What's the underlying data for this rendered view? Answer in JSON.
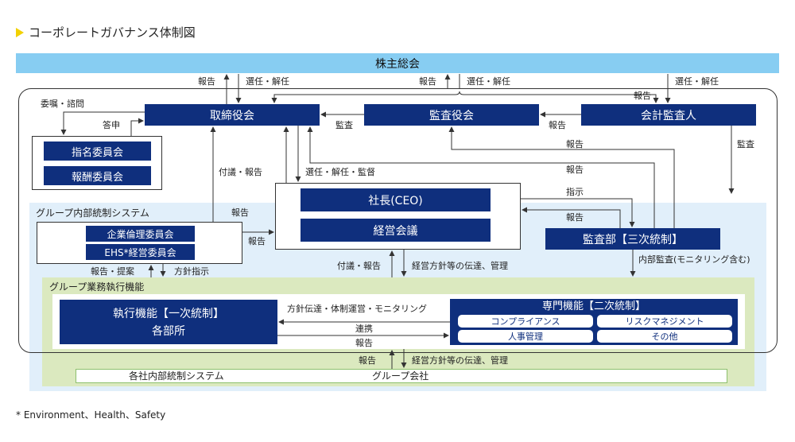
{
  "title": "コーポレートガバナンス体制図",
  "shareholders": "株主総会",
  "board": "取締役会",
  "audit_board": "監査役会",
  "accounting_auditor": "会計監査人",
  "committees": [
    "指名委員会",
    "報酬委員会"
  ],
  "president": "社長(CEO)",
  "mgmt_meeting": "経営会議",
  "audit_dept": "監査部【三次統制】",
  "group_ic_system": "グループ内部統制システム",
  "ethics_committees": [
    "企業倫理委員会",
    "EHS*経営委員会"
  ],
  "group_exec_function": "グループ業務執行機能",
  "exec_function": [
    "執行機能【一次統制】",
    "各部所"
  ],
  "specialist_function": "専門機能【二次統制】",
  "specialist_items": [
    "コンプライアンス",
    "リスクマネジメント",
    "人事管理",
    "その他"
  ],
  "group_company_ic": "各社内部統制システム",
  "group_company": "グループ会社",
  "footnote": "* Environment、Health、Safety",
  "labels": {
    "report": "報告",
    "elect_dismiss": "選任・解任",
    "consult": "委嘱・諮問",
    "reply": "答申",
    "audit": "監査",
    "refer_report": "付議・報告",
    "elect_dismiss_supervise": "選任・解任・監督",
    "instruct": "指示",
    "report_propose": "報告・提案",
    "policy_instruct": "方針指示",
    "internal_audit": "内部監査(モニタリング含む)",
    "policy_transmit": "経営方針等の伝達、管理",
    "policy_ops_monitor": "方針伝達・体制運営・モニタリング",
    "cooperate": "連携"
  },
  "colors": {
    "navy": "#0f2f7d",
    "light_blue": "#87cdf2",
    "pale_blue": "#e1effa",
    "pale_green": "#dbe9bf",
    "green_border": "#8dc06d",
    "accent_yellow": "#f2d100"
  }
}
